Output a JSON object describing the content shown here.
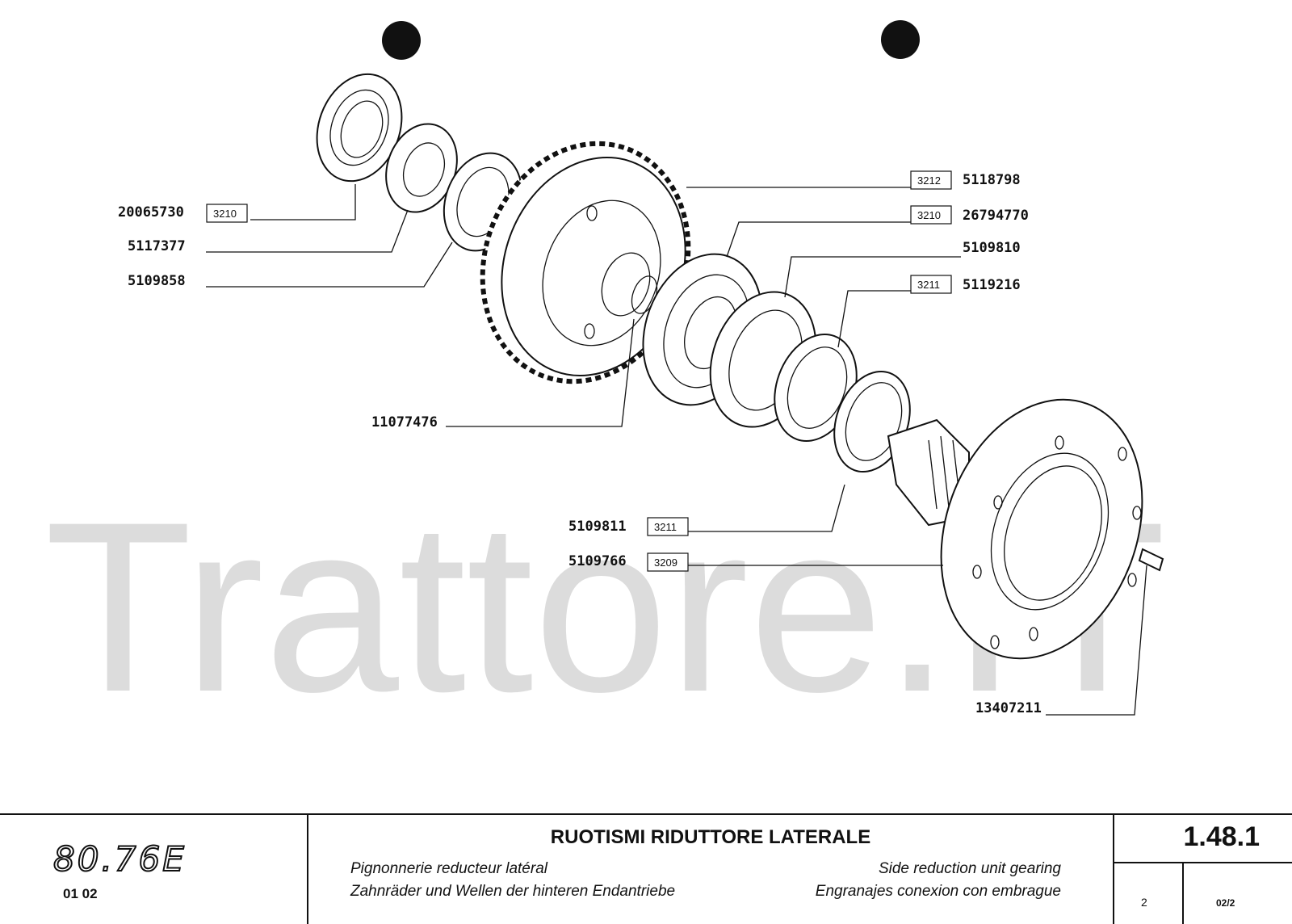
{
  "watermark": "Trattore.IT",
  "callouts": [
    {
      "id": "c1",
      "part_number": "20065730",
      "ref": "3210"
    },
    {
      "id": "c2",
      "part_number": "5117377",
      "ref": ""
    },
    {
      "id": "c3",
      "part_number": "5109858",
      "ref": ""
    },
    {
      "id": "c4",
      "part_number": "11077476",
      "ref": ""
    },
    {
      "id": "c5",
      "part_number": "5118798",
      "ref": "3212"
    },
    {
      "id": "c6",
      "part_number": "26794770",
      "ref": "3210"
    },
    {
      "id": "c7",
      "part_number": "5109810",
      "ref": ""
    },
    {
      "id": "c8",
      "part_number": "5119216",
      "ref": "3211"
    },
    {
      "id": "c9",
      "part_number": "5109811",
      "ref": "3211"
    },
    {
      "id": "c10",
      "part_number": "5109766",
      "ref": "3209"
    },
    {
      "id": "c11",
      "part_number": "13407211",
      "ref": ""
    }
  ],
  "title_block": {
    "model": "80.76E",
    "variants": "01   02",
    "title": "RUOTISMI RIDUTTORE LATERALE",
    "subtitle_fr": "Pignonnerie reducteur latéral",
    "subtitle_de": "Zahnräder und Wellen der hinteren Endantriebe",
    "subtitle_en": "Side reduction unit gearing",
    "subtitle_es": "Engranajes conexion con embrague",
    "page_number": "1.48.1",
    "sheet": "2",
    "revision": "02/2"
  }
}
